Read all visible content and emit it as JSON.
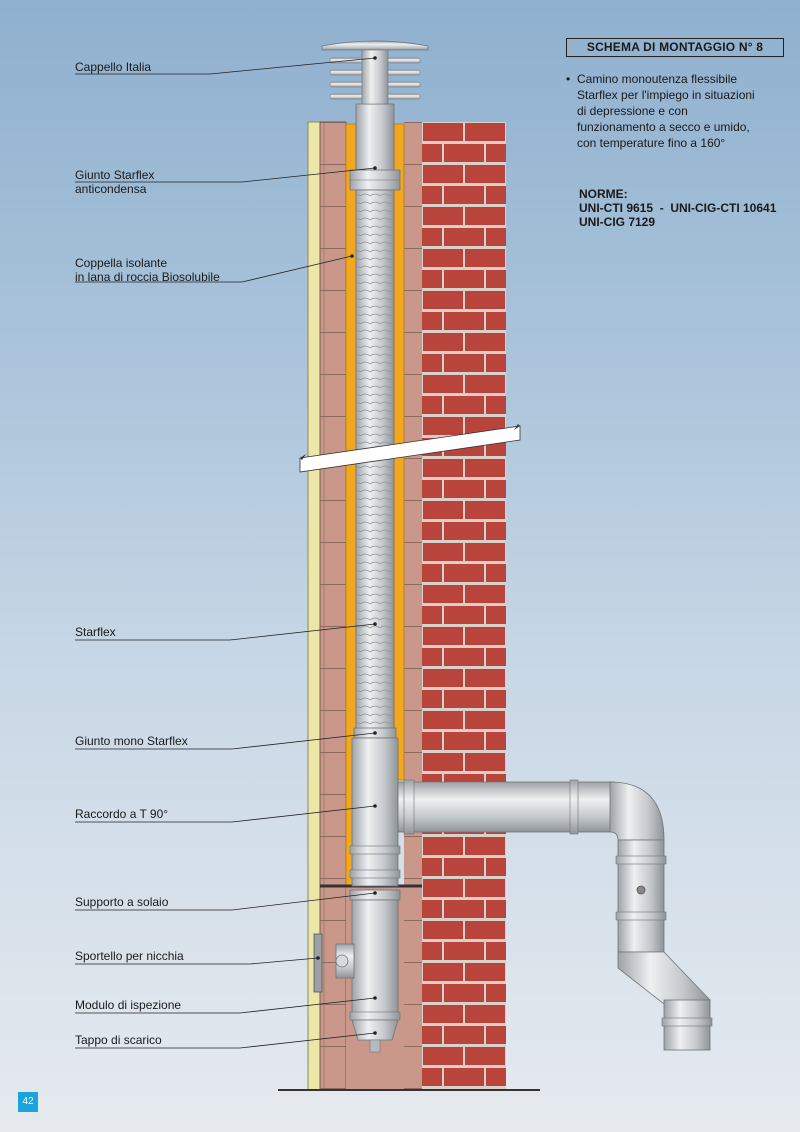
{
  "title": "SCHEMA DI MONTAGGIO N° 8",
  "description": {
    "bullet": "•",
    "lines": [
      "Camino monoutenza flessibile",
      "Starflex per l'impiego in situazioni",
      "di depressione e con",
      "funzionamento a secco e umido,",
      "con temperature fino a 160°"
    ]
  },
  "norme": {
    "heading": "NORME:",
    "lines": [
      "UNI-CTI 9615  -  UNI-CIG-CTI 10641",
      "UNI-CIG 7129"
    ]
  },
  "labels": [
    {
      "id": "cappello-italia",
      "lines": [
        "Cappello Italia"
      ]
    },
    {
      "id": "giunto-starflex-anticondensa",
      "lines": [
        "Giunto Starflex",
        "anticondensa"
      ]
    },
    {
      "id": "coppella-isolante",
      "lines": [
        "Coppella isolante",
        "in lana di roccia Biosolubile"
      ]
    },
    {
      "id": "starflex",
      "lines": [
        "Starflex"
      ]
    },
    {
      "id": "giunto-mono-starflex",
      "lines": [
        "Giunto mono Starflex"
      ]
    },
    {
      "id": "raccordo-t-90",
      "lines": [
        "Raccordo a T 90°"
      ]
    },
    {
      "id": "supporto-a-solaio",
      "lines": [
        "Supporto a solaio"
      ]
    },
    {
      "id": "sportello-per-nicchia",
      "lines": [
        "Sportello per nicchia"
      ]
    },
    {
      "id": "modulo-di-ispezione",
      "lines": [
        "Modulo di ispezione"
      ]
    },
    {
      "id": "tappo-di-scarico",
      "lines": [
        "Tappo di scarico"
      ]
    }
  ],
  "page_number": "42",
  "colors": {
    "brick": "#b9443c",
    "mortar": "#d9d1c9",
    "insulation": "#f2a81e",
    "pipe": "#c9ccd0",
    "wall_inner": "#c9988b",
    "wall_yellow": "#ece7a8",
    "page_badge": "#1aa3dc"
  }
}
